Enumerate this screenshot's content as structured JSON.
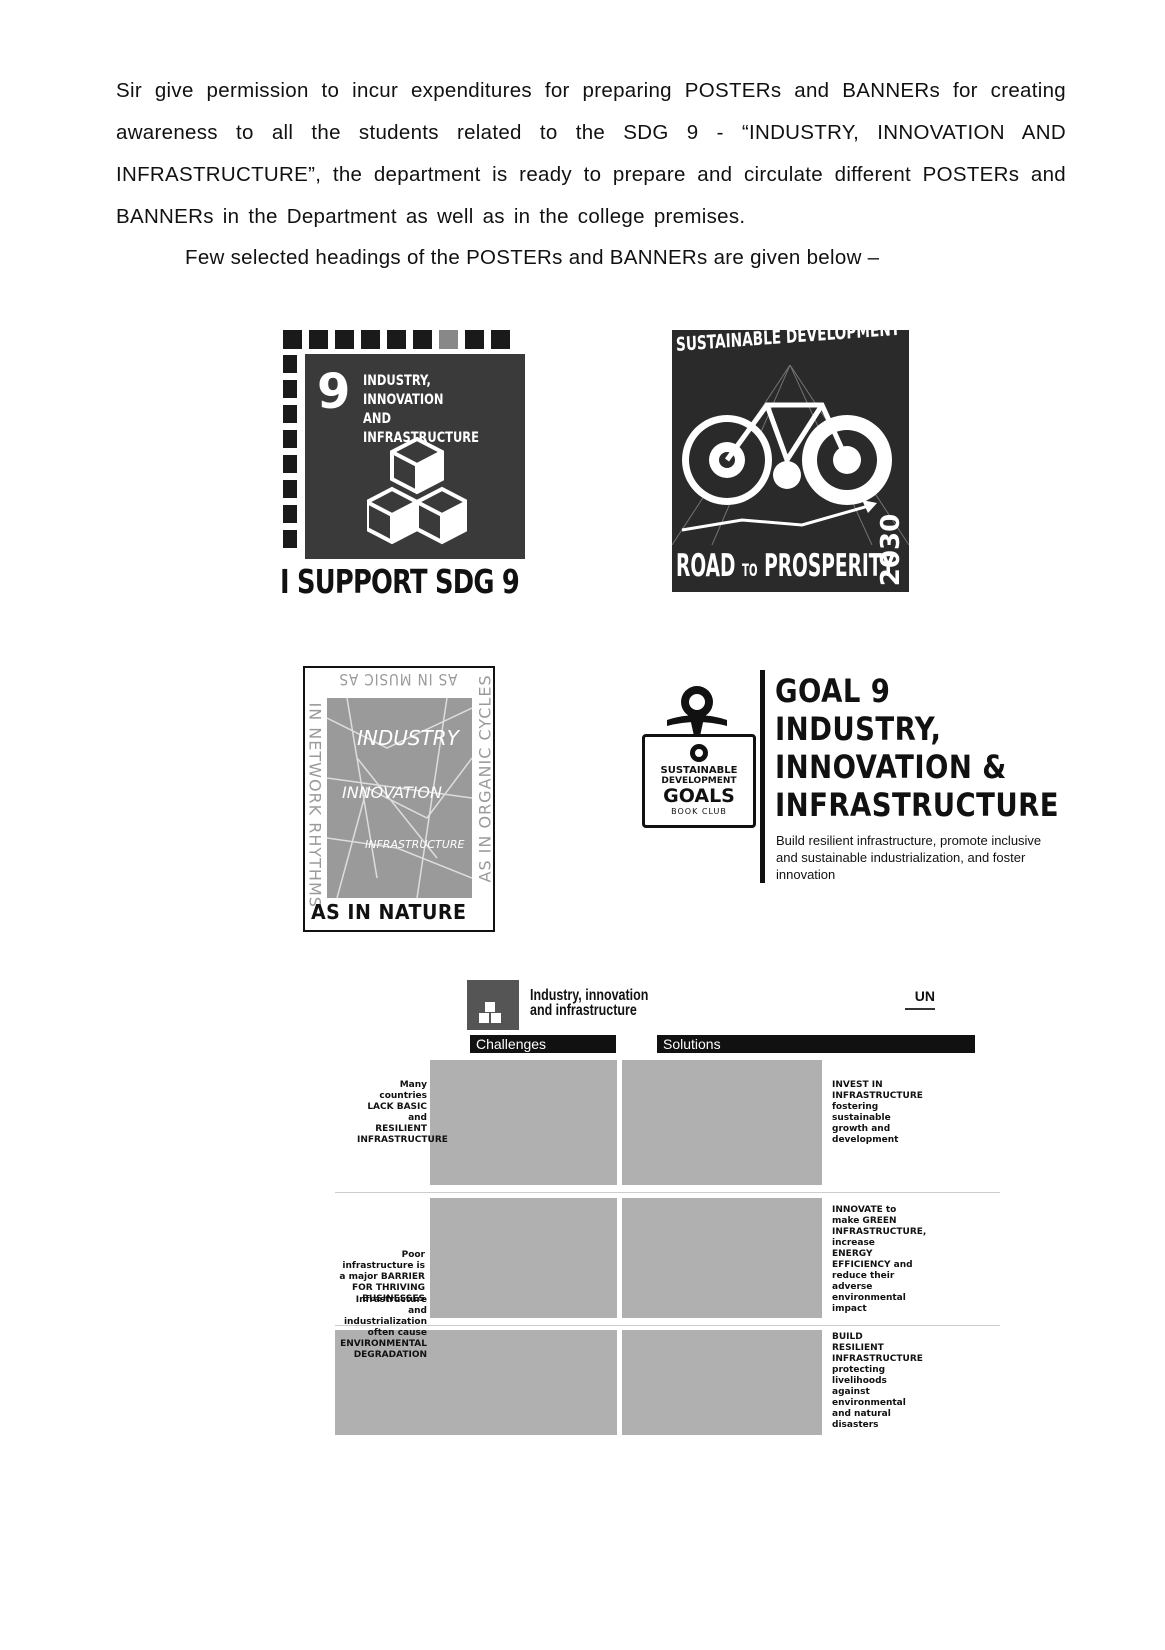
{
  "text": {
    "paragraph": "Sir give permission to incur expenditures for preparing POSTERs and BANNERs for creating awareness to all the students related to the SDG 9 - “INDUSTRY, INNOVATION AND INFRASTRUCTURE”, the department is ready to prepare and circulate different POSTERs and BANNERs in the Department as well as in the college premises.",
    "subheading": "Few selected headings of the POSTERs and BANNERs are given below –"
  },
  "poster1": {
    "number": "9",
    "title_line1": "INDUSTRY, INNOVATION",
    "title_line2": "AND INFRASTRUCTURE",
    "support": "I SUPPORT SDG 9"
  },
  "poster2": {
    "heading": "SUSTAINABLE DEVELOPMENT",
    "road": "ROAD",
    "to": "TO",
    "prosperity": "PROSPERITY",
    "year": "2030"
  },
  "poster3": {
    "top": "AS IN MUSIC AS",
    "left": "IN NETWORK RHYTHMS",
    "right": "AS IN ORGANIC CYCLES",
    "bottom": "AS IN NATURE",
    "w1": "INDUSTRY",
    "w2": "INNOVATION",
    "w3": "INFRASTRUCTURE"
  },
  "poster4": {
    "badge_line1": "SUSTAINABLE",
    "badge_line2": "DEVELOPMENT",
    "badge_line3": "GOALS",
    "badge_line4": "BOOK CLUB",
    "goal": "GOAL 9",
    "line1": "INDUSTRY,",
    "line2": "INNOVATION &",
    "line3": "INFRASTRUCTURE",
    "desc": "Build resilient infrastructure, promote inclusive and sustainable industrialization, and foster innovation"
  },
  "poster5": {
    "title_line1": "Industry, innovation",
    "title_line2": "and infrastructure",
    "un": "UN",
    "challenges": "Challenges",
    "solutions": "Solutions",
    "c1": "Many countries LACK BASIC and RESILIENT INFRASTRUCTURE",
    "c2": "Poor infrastructure is a major BARRIER FOR THRIVING BUSINESSES",
    "c3": "Infrastructure and industrialization often cause ENVIRONMENTAL DEGRADATION",
    "s1": "INVEST IN INFRASTRUCTURE fostering sustainable growth and development",
    "s2": "INNOVATE to make GREEN INFRASTRUCTURE, increase ENERGY EFFICIENCY and reduce their adverse environmental impact",
    "s3": "BUILD RESILIENT INFRASTRUCTURE protecting livelihoods against environmental and natural disasters"
  }
}
